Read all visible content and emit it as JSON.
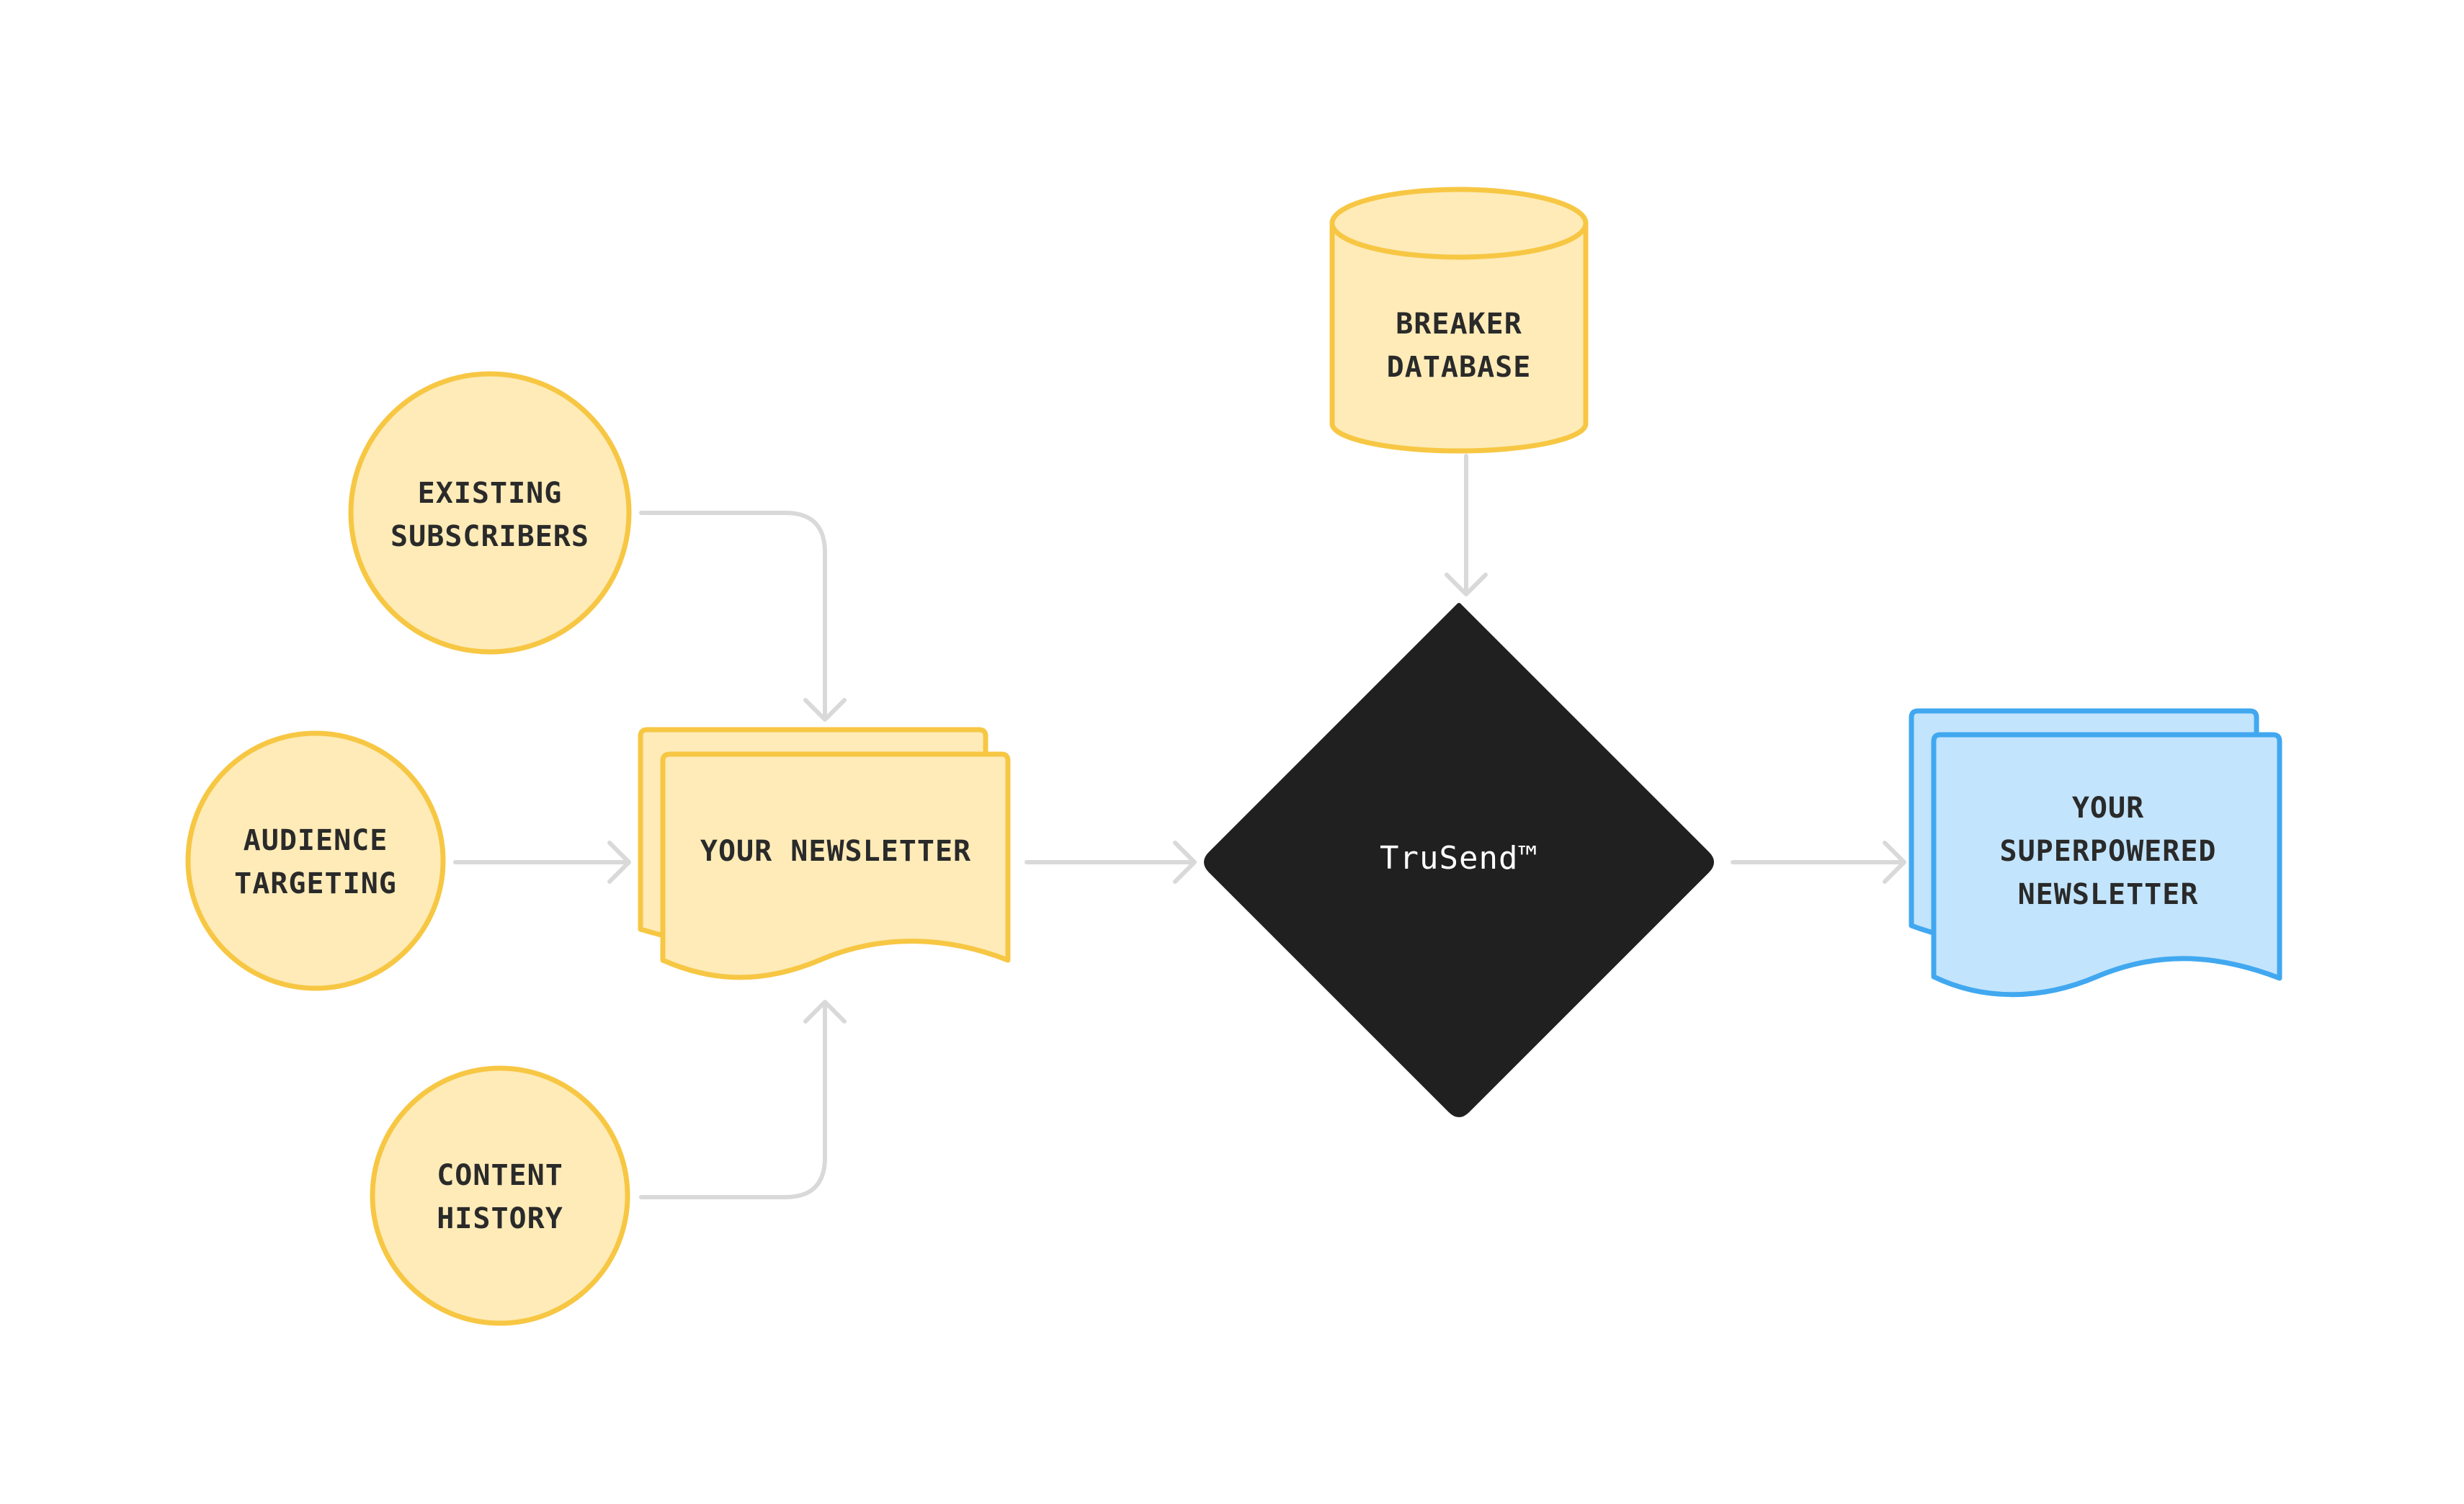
{
  "colors": {
    "yellow_fill": "#FEEBB8",
    "yellow_stroke": "#F7C744",
    "blue_fill": "#C2E4FC",
    "blue_stroke": "#41A8F0",
    "diamond_fill": "#202020",
    "connector": "#D9D9D9"
  },
  "nodes": {
    "existing_subscribers": {
      "line1": "EXISTING",
      "line2": "SUBSCRIBERS",
      "shape": "circle"
    },
    "audience_targeting": {
      "line1": "AUDIENCE",
      "line2": "TARGETING",
      "shape": "circle"
    },
    "content_history": {
      "line1": "CONTENT",
      "line2": "HISTORY",
      "shape": "circle"
    },
    "your_newsletter": {
      "line1": "YOUR NEWSLETTER",
      "shape": "multi-document"
    },
    "breaker_database": {
      "line1": "BREAKER",
      "line2": "DATABASE",
      "shape": "cylinder"
    },
    "trusend": {
      "line1": "TruSend™",
      "shape": "diamond"
    },
    "superpowered_newsletter": {
      "line1": "YOUR",
      "line2": "SUPERPOWERED",
      "line3": "NEWSLETTER",
      "shape": "multi-document"
    }
  },
  "edges": [
    {
      "from": "existing_subscribers",
      "to": "your_newsletter"
    },
    {
      "from": "audience_targeting",
      "to": "your_newsletter"
    },
    {
      "from": "content_history",
      "to": "your_newsletter"
    },
    {
      "from": "your_newsletter",
      "to": "trusend"
    },
    {
      "from": "breaker_database",
      "to": "trusend"
    },
    {
      "from": "trusend",
      "to": "superpowered_newsletter"
    }
  ]
}
